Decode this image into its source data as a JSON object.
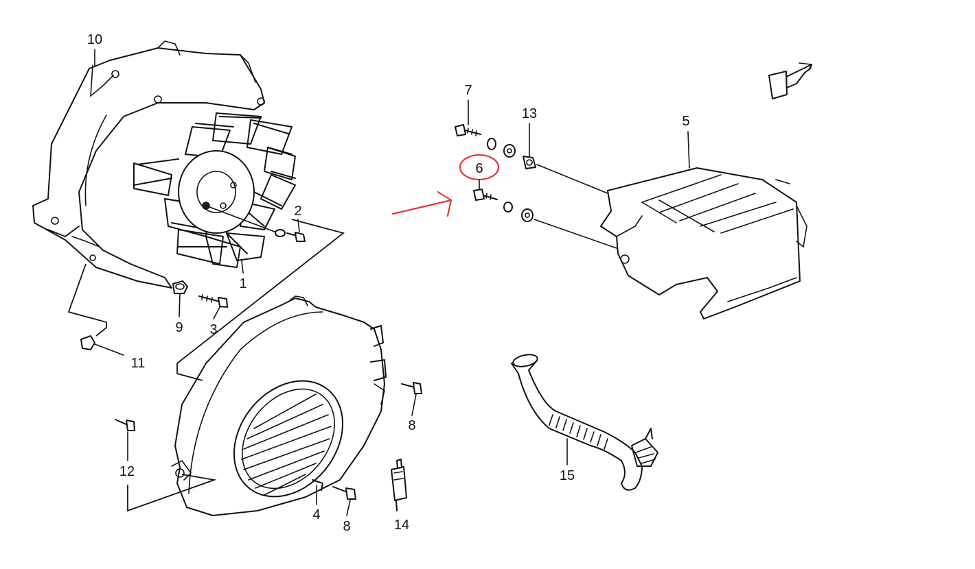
{
  "labels": {
    "l1": "1",
    "l2": "2",
    "l3": "3",
    "l4": "4",
    "l5": "5",
    "l6": "6",
    "l7": "7",
    "l8a": "8",
    "l8b": "8",
    "l9": "9",
    "l10": "10",
    "l11": "11",
    "l12": "12",
    "l13": "13",
    "l14": "14",
    "l15": "15"
  },
  "highlight": {
    "circled_label": "6",
    "color": "#e53935"
  }
}
